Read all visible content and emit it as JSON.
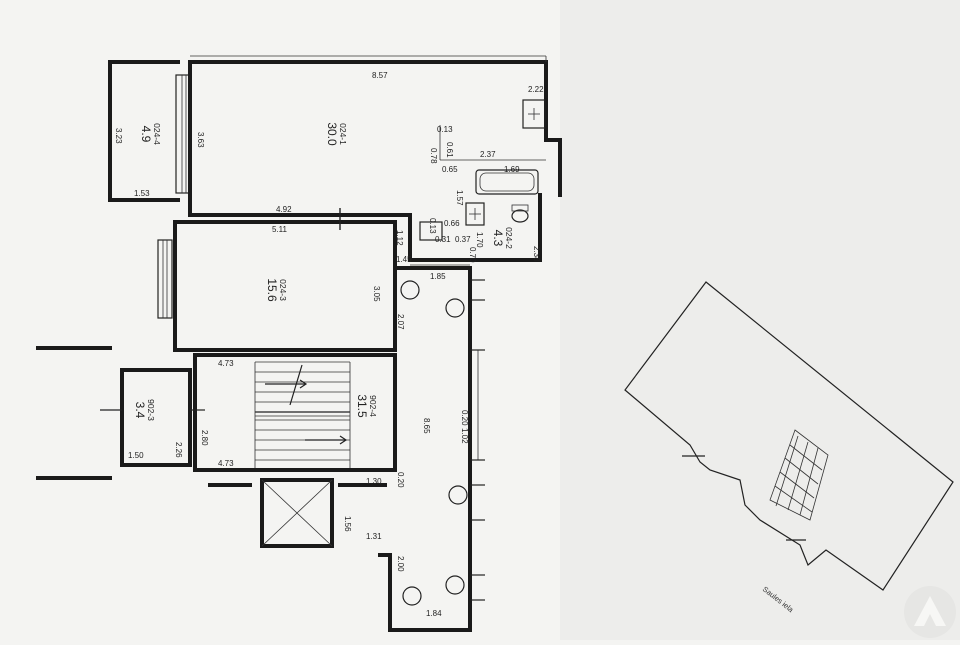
{
  "rooms": [
    {
      "id": "024-1",
      "code": "024-1",
      "area": "30.0"
    },
    {
      "id": "024-2",
      "code": "024-2",
      "area": "4.3"
    },
    {
      "id": "024-3",
      "code": "024-3",
      "area": "15.6"
    },
    {
      "id": "024-4",
      "code": "024-4",
      "area": "4.9"
    },
    {
      "id": "902-3",
      "code": "902-3",
      "area": "3.4"
    },
    {
      "id": "902-4",
      "code": "902-4",
      "area": "31.5"
    }
  ],
  "dimensions": {
    "d857": "8.57",
    "d222": "2.22",
    "d323": "3.23",
    "d363": "3.63",
    "d153": "1.53",
    "d013": "0.13",
    "d061": "0.61",
    "d078": "0.78",
    "d237": "2.37",
    "d065": "0.65",
    "d169": "1.69",
    "d157": "1.57",
    "d492": "4.92",
    "d511": "5.11",
    "d112": "1.12",
    "d013b": "0.13",
    "d066": "0.66",
    "d031": "0.31",
    "d037": "0.37",
    "d070": "0.70",
    "d170": "1.70",
    "d238": "2.38",
    "d145": "1.45",
    "d185": "1.85",
    "d305": "3.05",
    "d207": "2.07",
    "d473a": "4.73",
    "d020": "0.20",
    "d102": "1.02",
    "d865": "8.65",
    "d280": "2.80",
    "d226": "2.26",
    "d150": "1.50",
    "d473b": "4.73",
    "d020b": "0.20",
    "d130": "1.30",
    "d156": "1.56",
    "d131": "1.31",
    "d200": "2.00",
    "d184": "1.84"
  },
  "site": {
    "street": "Saules iela"
  }
}
